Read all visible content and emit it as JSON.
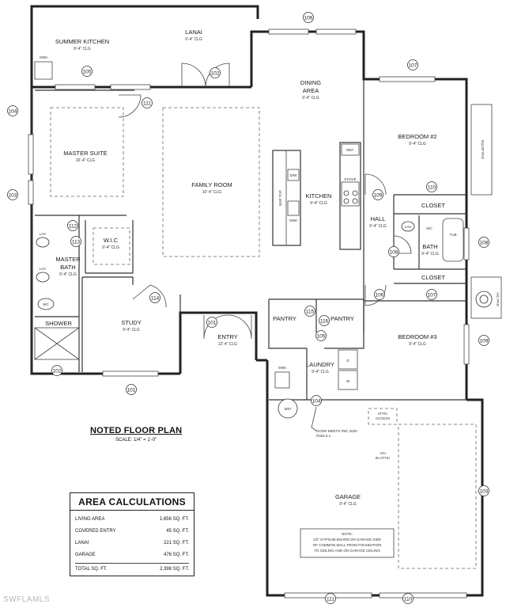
{
  "plan": {
    "title": "NOTED FLOOR PLAN",
    "scale": "SCALE: 1/4\" = 1'-0\""
  },
  "rooms": {
    "summer_kitchen": "SUMMER KITCHEN",
    "lanai": "LANAI",
    "dining_area_1": "DINING",
    "dining_area_2": "AREA",
    "bedroom2": "BEDROOM #2",
    "master_suite": "MASTER SUITE",
    "family_room": "FAMILY ROOM",
    "kitchen": "KITCHEN",
    "hall": "HALL",
    "bath": "BATH",
    "closet": "CLOSET",
    "closet2": "CLOSET",
    "wic": "W.I.C",
    "master_bath_1": "MASTER",
    "master_bath_2": "BATH",
    "study": "STUDY",
    "entry": "ENTRY",
    "pantry1": "PANTRY",
    "pantry2": "PANTRY",
    "laundry": "LAUNDRY",
    "bedroom3": "BEDROOM #3",
    "garage": "GARAGE",
    "shower": "SHOWER"
  },
  "ceilings": {
    "c94": "9'-4\" CLG",
    "c104": "10'-4\" CLG",
    "c124": "12'-4\" CLG"
  },
  "fixtures": {
    "sink": "SINK",
    "ref": "REF.",
    "stove": "STOVE",
    "dw": "D/W",
    "bar_top": "BAR TOP",
    "lav": "LAV",
    "wc": "WC",
    "tub": "TUB",
    "d": "D",
    "w": "W",
    "wh": "W/H",
    "equip_pad": "EQUIP PAD",
    "ac_pad": "A/C PAD",
    "attic_1": "ATTIC",
    "attic_2": "ACCESS",
    "ah_1": "A/H",
    "ah_2": "IN ATTIC"
  },
  "notes": {
    "door_1": "DOOR MEETS FBC 2020",
    "door_2": "R302.5.1",
    "note_title": "NOTE:",
    "note_1": "1/2\" GYPSUM BOARD ON GARAGE SIDE",
    "note_2": "OF COMMON WALL FROM FOUNDATION",
    "note_3": "TO CEILING AND ON GARAGE CEILING"
  },
  "tags": [
    "101",
    "102",
    "103",
    "104",
    "105",
    "106",
    "107",
    "108",
    "109",
    "110",
    "111",
    "112",
    "113",
    "114",
    "115",
    "116"
  ],
  "area_calculations": {
    "title": "AREA CALCULATIONS",
    "rows": [
      {
        "label": "LIVING AREA",
        "value": "1,656 SQ. FT."
      },
      {
        "label": "COVERED ENTRY",
        "value": "45 SQ. FT."
      },
      {
        "label": "LANAI",
        "value": "221 SQ. FT."
      },
      {
        "label": "GARAGE",
        "value": "476 SQ. FT."
      }
    ],
    "total": {
      "label": "TOTAL SQ. FT.",
      "value": "2,398 SQ. FT."
    }
  },
  "watermark": "SWFLAMLS"
}
